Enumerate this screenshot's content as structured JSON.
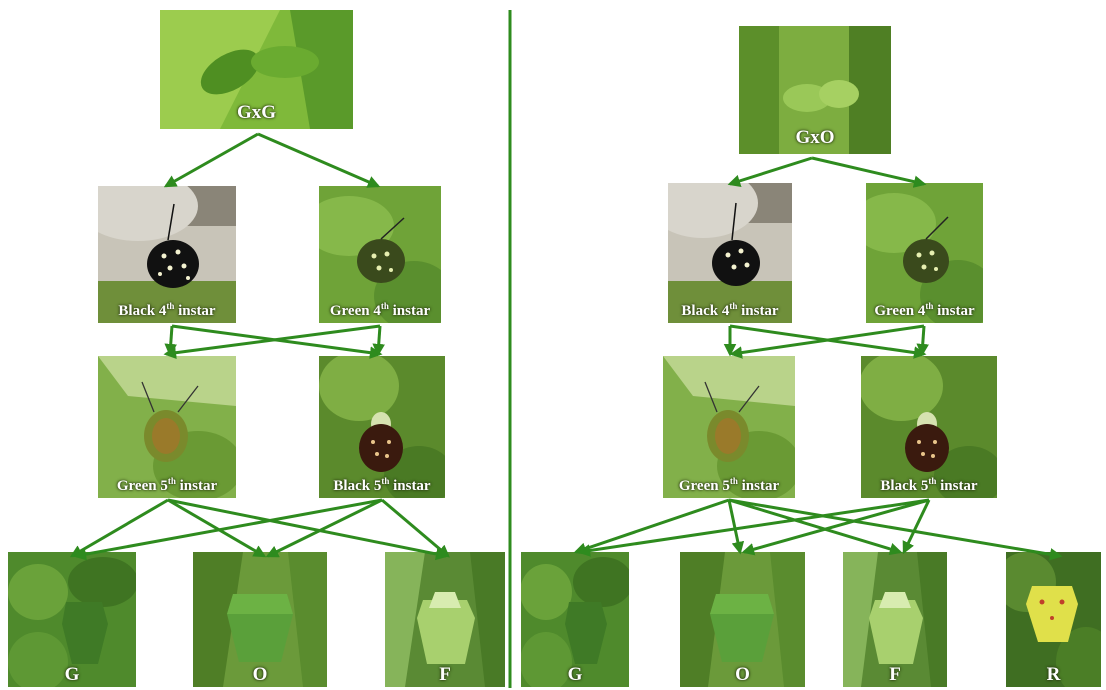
{
  "panels": [
    {
      "parent": "GxG",
      "fourth_instars": [
        {
          "color": "Black",
          "ord": "4",
          "suffix": "th",
          "tail": "instar"
        },
        {
          "color": "Green",
          "ord": "4",
          "suffix": "th",
          "tail": "instar"
        }
      ],
      "fifth_instars": [
        {
          "color": "Green",
          "ord": "5",
          "suffix": "th",
          "tail": "instar"
        },
        {
          "color": "Black",
          "ord": "5",
          "suffix": "th",
          "tail": "instar"
        }
      ],
      "adults": [
        "G",
        "O",
        "F"
      ]
    },
    {
      "parent": "GxO",
      "fourth_instars": [
        {
          "color": "Black",
          "ord": "4",
          "suffix": "th",
          "tail": "instar"
        },
        {
          "color": "Green",
          "ord": "4",
          "suffix": "th",
          "tail": "instar"
        }
      ],
      "fifth_instars": [
        {
          "color": "Green",
          "ord": "5",
          "suffix": "th",
          "tail": "instar"
        },
        {
          "color": "Black",
          "ord": "5",
          "suffix": "th",
          "tail": "instar"
        }
      ],
      "adults": [
        "G",
        "O",
        "F",
        "R"
      ]
    }
  ],
  "colors": {
    "arrow": "#2e8b1e",
    "caption": "#ffffff",
    "divider": "#2e8b1e"
  }
}
